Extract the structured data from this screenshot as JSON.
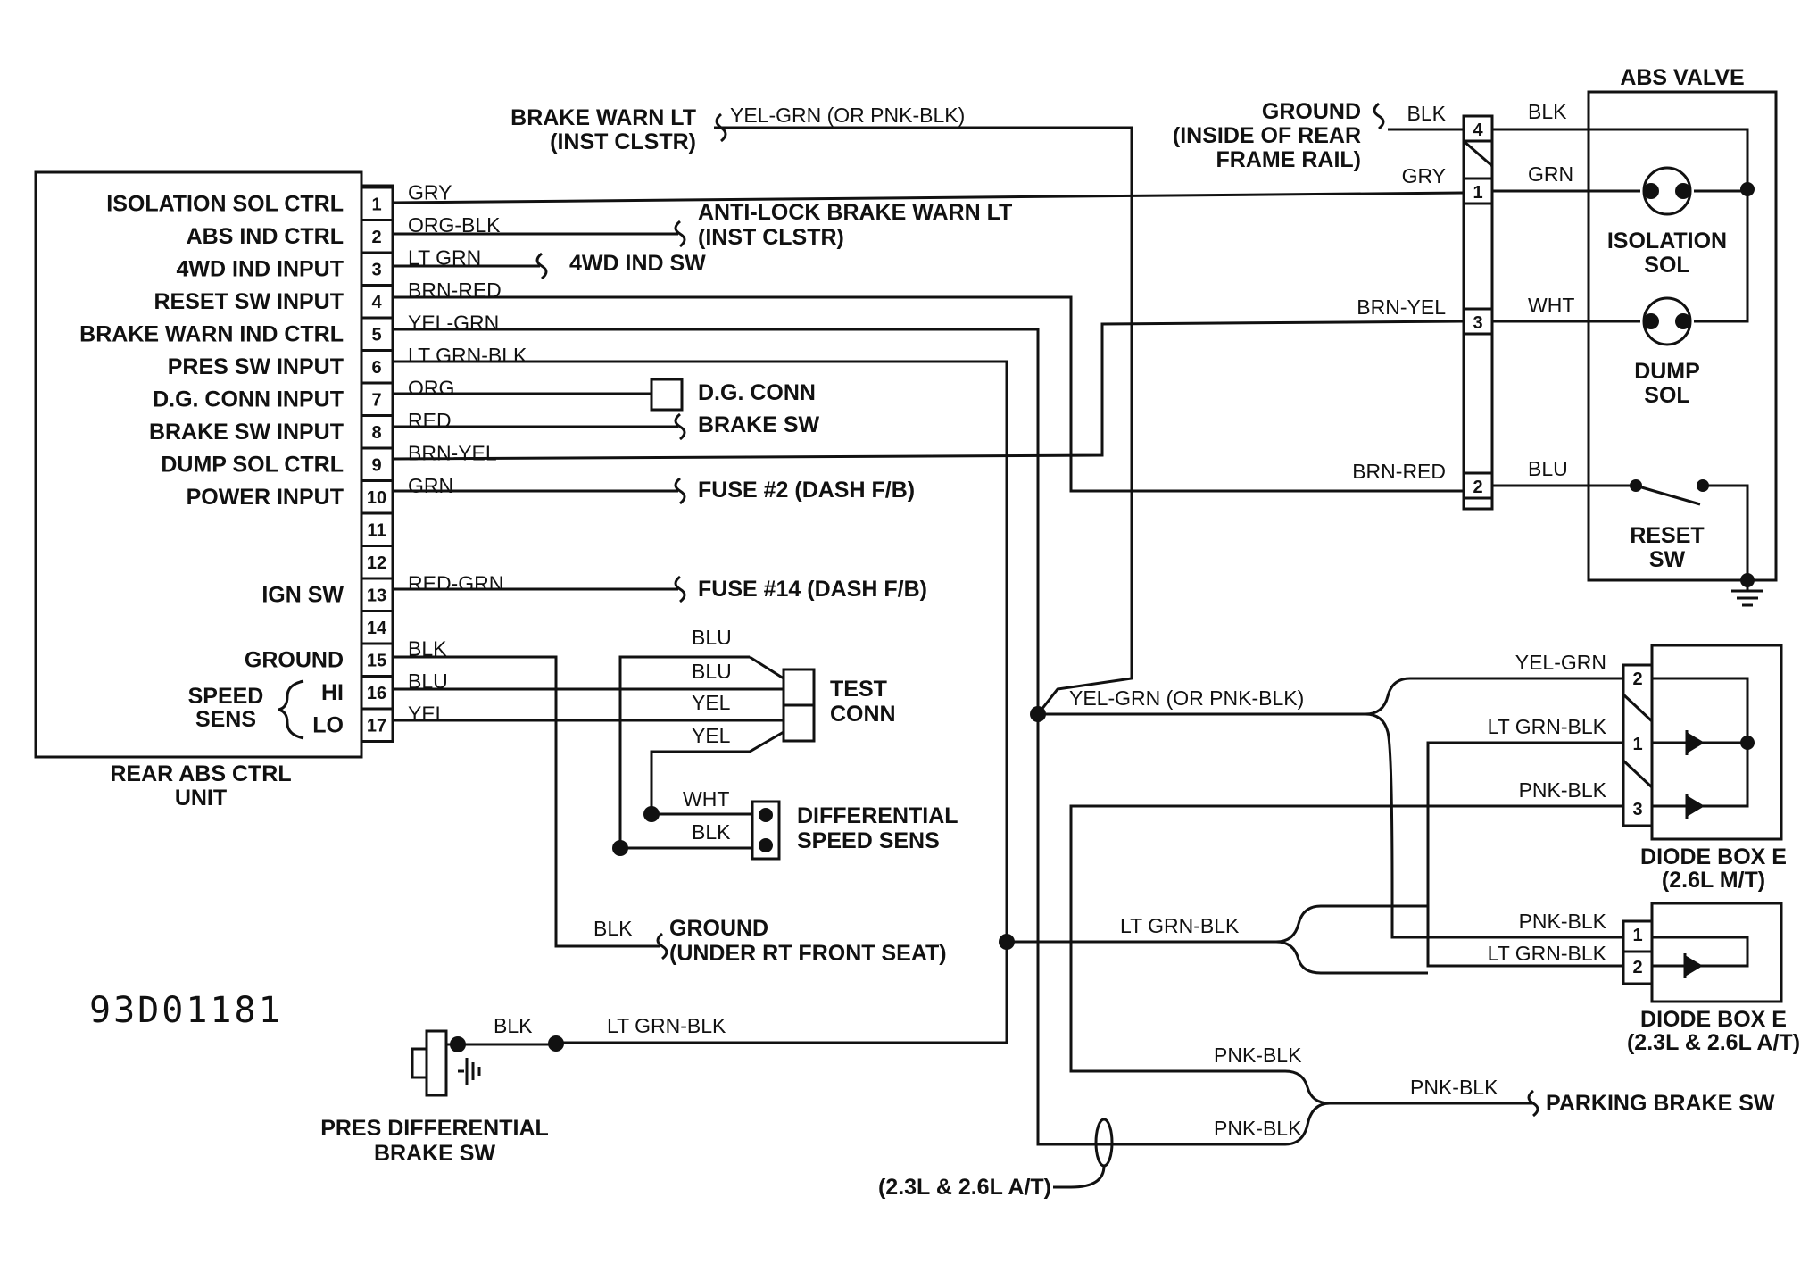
{
  "diagram_code": "93D01181",
  "control_unit": {
    "title_line1": "REAR ABS CTRL",
    "title_line2": "UNIT",
    "pins": [
      {
        "num": "1",
        "label": "ISOLATION SOL CTRL",
        "wire": "GRY"
      },
      {
        "num": "2",
        "label": "ABS IND CTRL",
        "wire": "ORG-BLK"
      },
      {
        "num": "3",
        "label": "4WD IND INPUT",
        "wire": "LT GRN"
      },
      {
        "num": "4",
        "label": "RESET SW INPUT",
        "wire": "BRN-RED"
      },
      {
        "num": "5",
        "label": "BRAKE WARN IND CTRL",
        "wire": "YEL-GRN"
      },
      {
        "num": "6",
        "label": "PRES SW INPUT",
        "wire": "LT GRN-BLK"
      },
      {
        "num": "7",
        "label": "D.G. CONN INPUT",
        "wire": "ORG"
      },
      {
        "num": "8",
        "label": "BRAKE SW INPUT",
        "wire": "RED"
      },
      {
        "num": "9",
        "label": "DUMP SOL CTRL",
        "wire": "BRN-YEL"
      },
      {
        "num": "10",
        "label": "POWER INPUT",
        "wire": "GRN"
      },
      {
        "num": "11",
        "label": "",
        "wire": ""
      },
      {
        "num": "12",
        "label": "",
        "wire": ""
      },
      {
        "num": "13",
        "label": "IGN SW",
        "wire": "RED-GRN"
      },
      {
        "num": "14",
        "label": "",
        "wire": ""
      },
      {
        "num": "15",
        "label": "GROUND",
        "wire": "BLK"
      },
      {
        "num": "16",
        "label": "HI",
        "wire": "BLU"
      },
      {
        "num": "17",
        "label": "LO",
        "wire": "YEL"
      }
    ],
    "speed_sens_line1": "SPEED",
    "speed_sens_line2": "SENS"
  },
  "left_destinations": {
    "brake_warn_lt_1": "BRAKE WARN LT",
    "brake_warn_lt_2": "(INST CLSTR)",
    "brake_warn_wire": "YEL-GRN (OR PNK-BLK)",
    "abs_warn_1": "ANTI-LOCK BRAKE WARN LT",
    "abs_warn_2": "(INST CLSTR)",
    "wd_sw": "4WD IND SW",
    "dg_conn": "D.G. CONN",
    "brake_sw": "BRAKE SW",
    "fuse2": "FUSE #2 (DASH F/B)",
    "fuse14": "FUSE #14 (DASH F/B)",
    "test_conn_1": "TEST",
    "test_conn_2": "CONN",
    "diff_sens_1": "DIFFERENTIAL",
    "diff_sens_2": "SPEED SENS",
    "ground_1": "GROUND",
    "ground_2": "(UNDER RT FRONT SEAT)",
    "pres_diff_1": "PRES DIFFERENTIAL",
    "pres_diff_2": "BRAKE SW",
    "test_wires": [
      "BLU",
      "BLU",
      "YEL",
      "YEL"
    ],
    "diff_wires": [
      "WHT",
      "BLK"
    ],
    "ground_wire": "BLK",
    "pres_wire1": "BLK",
    "pres_wire2": "LT GRN-BLK",
    "at_note": "(2.3L & 2.6L A/T)"
  },
  "abs_valve": {
    "title": "ABS VALVE",
    "ground_1": "GROUND",
    "ground_2": "(INSIDE OF REAR",
    "ground_3": "FRAME RAIL)",
    "conn_pins": [
      "4",
      "1",
      "3",
      "2"
    ],
    "in_wires": [
      "BLK",
      "GRY",
      "BRN-YEL",
      "BRN-RED"
    ],
    "out_wires": [
      "BLK",
      "GRN",
      "WHT",
      "BLU"
    ],
    "iso_1": "ISOLATION",
    "iso_2": "SOL",
    "dump_1": "DUMP",
    "dump_2": "SOL",
    "reset_1": "RESET",
    "reset_2": "SW"
  },
  "diode_boxes": {
    "mid_wire": "YEL-GRN (OR PNK-BLK)",
    "box1_pins": [
      "2",
      "1",
      "3"
    ],
    "box1_wires": [
      "YEL-GRN",
      "LT GRN-BLK",
      "PNK-BLK"
    ],
    "box1_name_1": "DIODE BOX E",
    "box1_name_2": "(2.6L M/T)",
    "box2_pins": [
      "1",
      "2"
    ],
    "box2_wires": [
      "PNK-BLK",
      "LT GRN-BLK"
    ],
    "box2_name_1": "DIODE BOX E",
    "box2_name_2": "(2.3L & 2.6L A/T)",
    "ltgrnblk_wire": "LT GRN-BLK",
    "parking_wires": [
      "PNK-BLK",
      "PNK-BLK",
      "PNK-BLK"
    ],
    "parking_sw": "PARKING BRAKE SW"
  }
}
